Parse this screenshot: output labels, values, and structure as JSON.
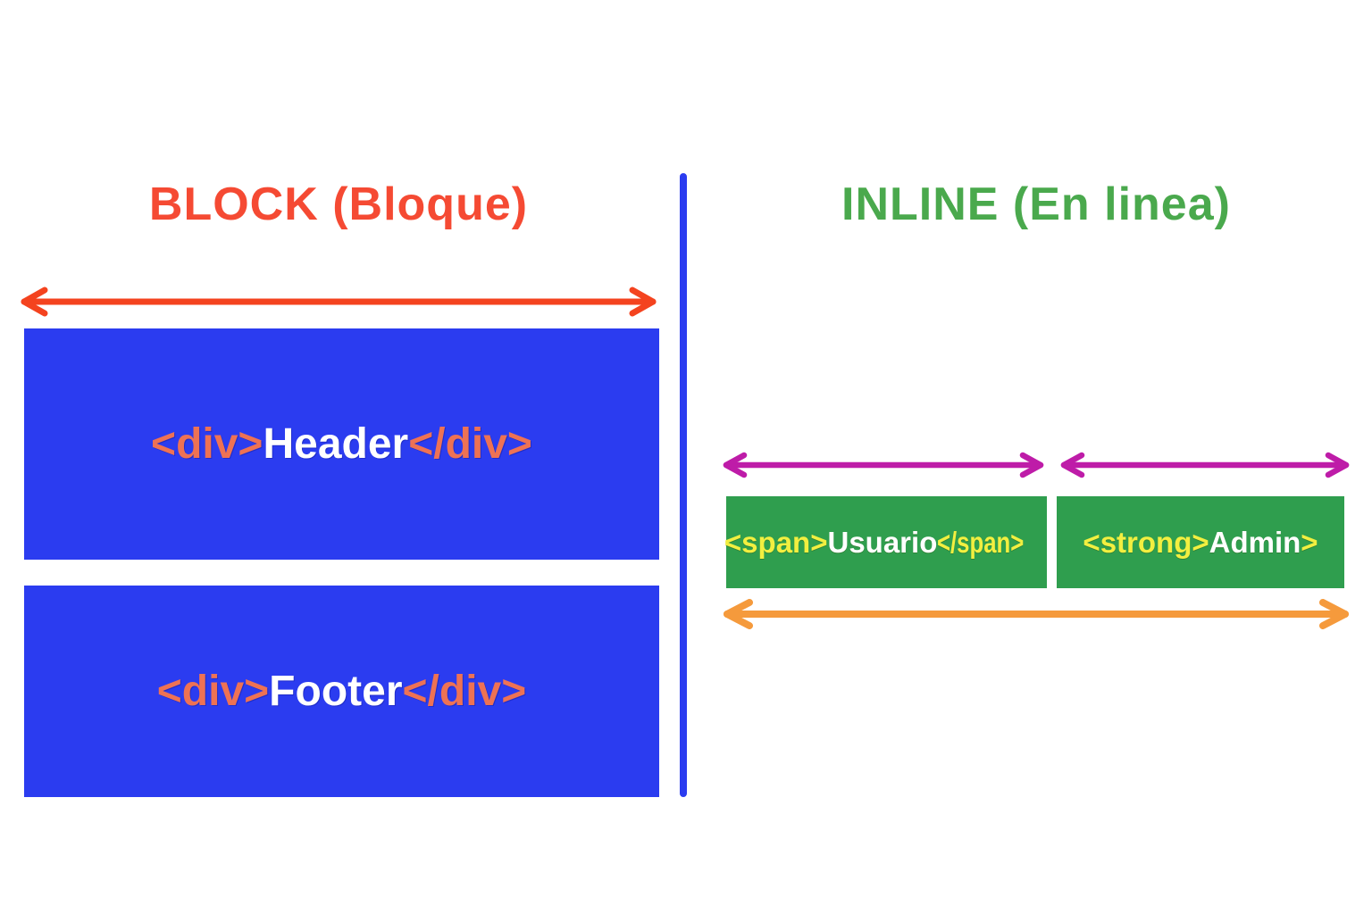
{
  "left_panel": {
    "title": "BLOCK (Bloque)",
    "blocks": [
      {
        "open_tag": "<div>",
        "label": "Header",
        "close_tag": "</div>"
      },
      {
        "open_tag": "<div>",
        "label": "Footer",
        "close_tag": "</div>"
      }
    ]
  },
  "right_panel": {
    "title": "INLINE (En linea)",
    "inline_elements": [
      {
        "open_tag": "<span>",
        "label": "Usuario",
        "close_tag": "</span>"
      },
      {
        "open_tag": "<strong>",
        "label": "Admin",
        "close_tag": ">"
      }
    ]
  },
  "colors": {
    "background": "#ffffff",
    "block_fill": "#2b3cf0",
    "divider": "#2b3cf0",
    "block_title": "#f54a33",
    "block_arrow": "#f4431f",
    "tag_salmon": "#ee7254",
    "label_white": "#ffffff",
    "inline_title": "#4aa94d",
    "inline_fill": "#2f9e4e",
    "tag_yellow": "#f2ef40",
    "inline_arrow_magenta": "#be1ca8",
    "inline_arrow_orange": "#f59a3c"
  }
}
